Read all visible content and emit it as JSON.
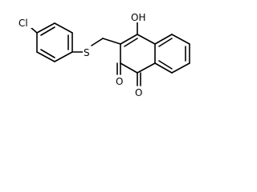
{
  "molecule": {
    "labels": {
      "chlorine": "Cl",
      "sulfur": "S",
      "hydroxyl": "OH",
      "oxygen_upper": "O",
      "oxygen_lower": "O"
    }
  },
  "colors": {
    "bond": "#000000",
    "background": "#ffffff",
    "text": "#000000"
  }
}
